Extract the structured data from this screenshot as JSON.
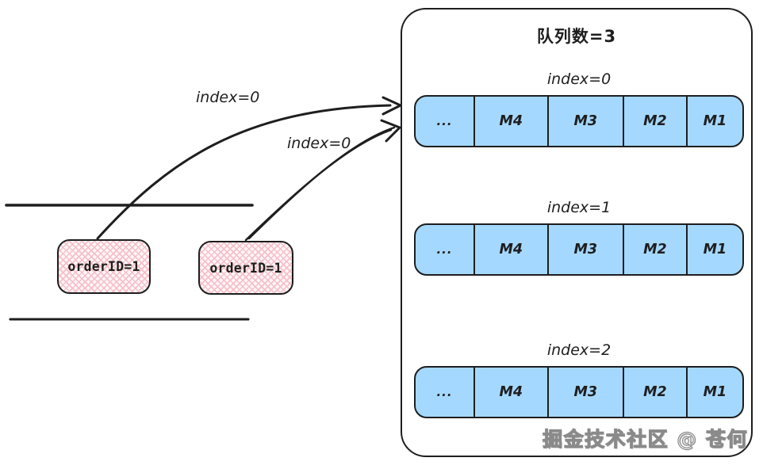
{
  "panel": {
    "title": "队列数=3",
    "watermark": "掘金技术社区 @ 苍何",
    "queues": [
      {
        "label": "index=0",
        "cells": [
          "...",
          "M4",
          "M3",
          "M2",
          "M1"
        ]
      },
      {
        "label": "index=1",
        "cells": [
          "...",
          "M4",
          "M3",
          "M2",
          "M1"
        ]
      },
      {
        "label": "index=2",
        "cells": [
          "...",
          "M4",
          "M3",
          "M2",
          "M1"
        ]
      }
    ]
  },
  "producers": [
    {
      "label": "orderID=1"
    },
    {
      "label": "orderID=1"
    }
  ],
  "arrows": [
    {
      "label": "index=0",
      "target_queue": "index=0"
    },
    {
      "label": "index=0",
      "target_queue": "index=0"
    }
  ],
  "colors": {
    "queue_cell_fill": "#a5d8ff",
    "producer_fill_hatch": "#f6bfc9",
    "stroke": "#1e1e1e",
    "watermark_outline": "#8a8a8a"
  }
}
